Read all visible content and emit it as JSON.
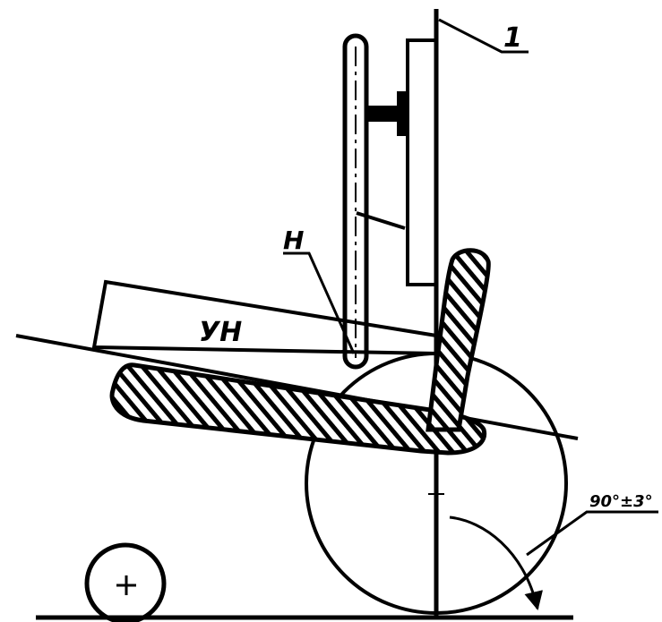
{
  "labels": {
    "part_number": "1",
    "point_label": "Н",
    "angle_label": "УН",
    "angle_value": "90°±3°"
  },
  "colors": {
    "ink": "#000000",
    "paper": "#ffffff"
  }
}
